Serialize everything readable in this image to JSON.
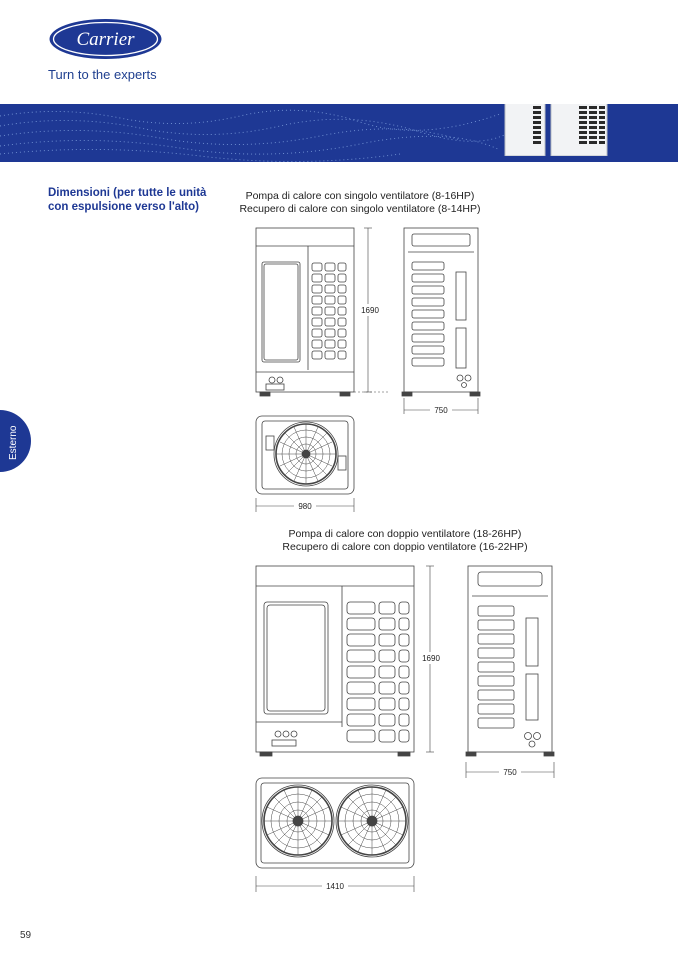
{
  "header": {
    "logo_text": "Carrier",
    "tagline": "Turn to the experts"
  },
  "section": {
    "title": "Dimensioni (per tutte le unità con espulsione verso l'alto)"
  },
  "side_tab": {
    "label": "Esterno"
  },
  "diagram_single": {
    "caption_line1": "Pompa di calore con singolo ventilatore (8-16HP)",
    "caption_line2": "Recupero di calore con singolo ventilatore (8-14HP)",
    "height_label": "1690",
    "depth_label": "750",
    "width_label": "980"
  },
  "diagram_double": {
    "caption_line1": "Pompa di calore con doppio ventilatore (18-26HP)",
    "caption_line2": "Recupero di calore con doppio ventilatore (16-22HP)",
    "height_label": "1690",
    "depth_label": "750",
    "width_label": "1410"
  },
  "footer": {
    "page_number": "59"
  }
}
